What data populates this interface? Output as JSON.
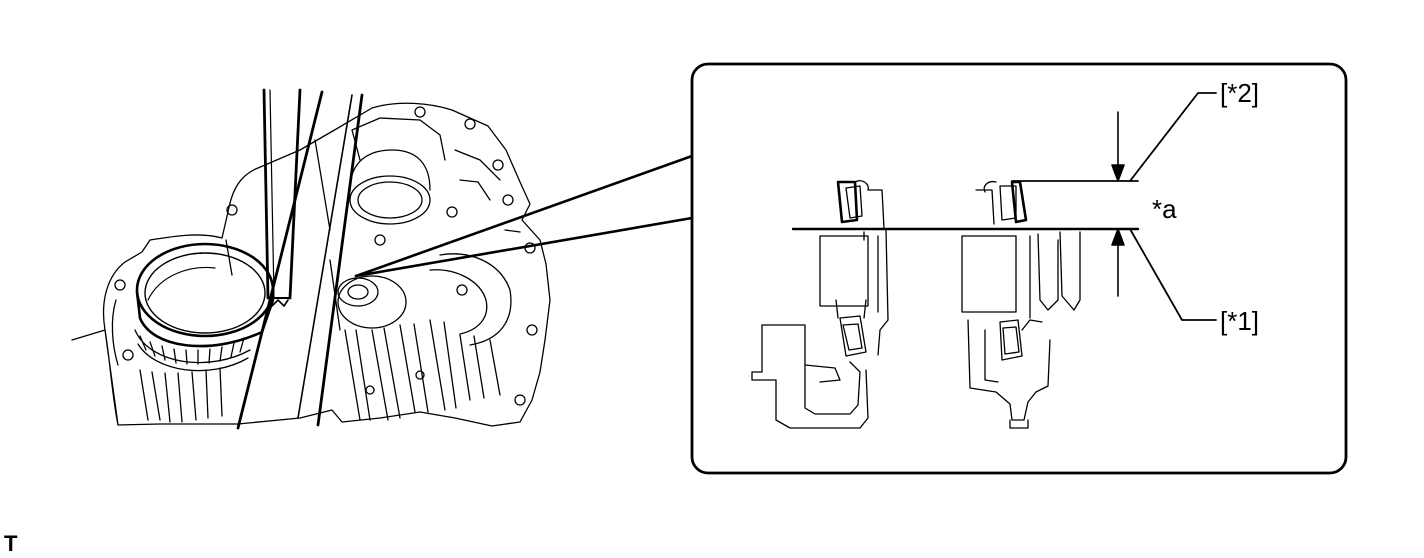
{
  "labels": {
    "callout_2": "[*2]",
    "callout_1": "[*1]",
    "dimension_a": "*a",
    "corner_mark": "T"
  },
  "colors": {
    "line": "#000000",
    "background": "#ffffff"
  }
}
